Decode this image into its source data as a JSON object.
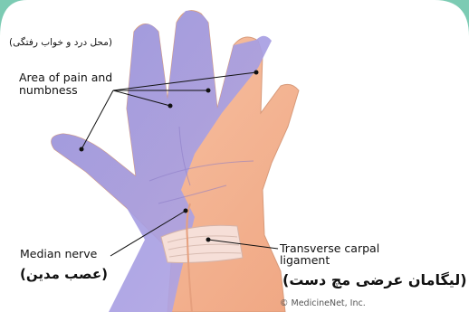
{
  "labels": {
    "persian_pain": "(محل درد و خواب رفتگی)",
    "pain_line1": "Area of pain and",
    "pain_line2": "numbness",
    "median_nerve": "Median nerve",
    "median_nerve_fa": "(عصب مدین)",
    "carpal_line1": "Transverse carpal",
    "carpal_line2": "ligament",
    "carpal_fa": "(لیگامان عرضی مچ دست)",
    "credit": "© MedicineNet, Inc."
  },
  "colors": {
    "background": "#7ccbb3",
    "panel": "#ffffff",
    "numb_area": "#8f8fdc",
    "skin": "#f4b796",
    "ligament": "#f6dfd8"
  }
}
